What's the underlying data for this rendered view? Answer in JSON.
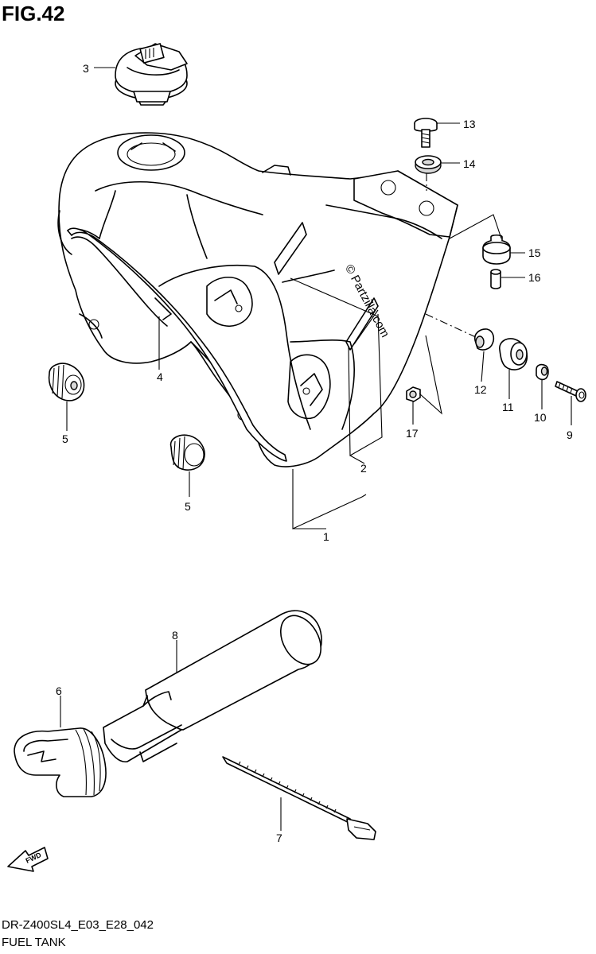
{
  "figure": {
    "title": "FIG.42",
    "model_code": "DR-Z400SL4_E03_E28_042",
    "section_name": "FUEL TANK",
    "watermark": "© Partzilla.com",
    "fwd_label": "FWD"
  },
  "callouts": [
    "1",
    "2",
    "3",
    "4",
    "5",
    "5",
    "6",
    "7",
    "8",
    "9",
    "10",
    "11",
    "12",
    "13",
    "14",
    "15",
    "16",
    "17"
  ]
}
